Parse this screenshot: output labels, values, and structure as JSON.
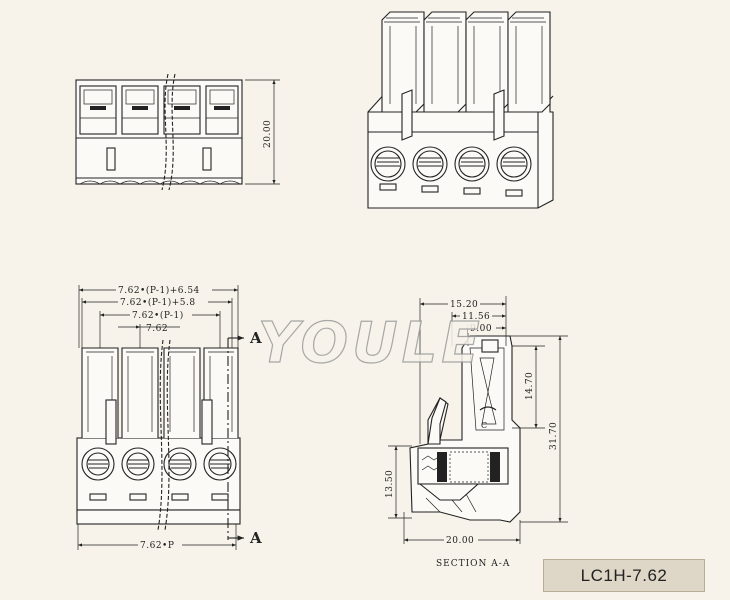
{
  "watermark": "YOULE",
  "model": "LC1H-7.62",
  "section_caption": "SECTION A-A",
  "section_marker": "A",
  "dims": {
    "top_view_height": "20.00",
    "front_d1": "7.62•(P-1)+6.54",
    "front_d2": "7.62•(P-1)+5.8",
    "front_d3": "7.62•(P-1)",
    "front_d4": "7.62",
    "front_bottom": "7.62•P",
    "sec_w1": "15.20",
    "sec_w2": "11.56",
    "sec_w3": "9.00",
    "sec_h1": "14.70",
    "sec_h2": "31.70",
    "sec_h3": "13.50",
    "sec_bottom": "20.00"
  },
  "colors": {
    "line": "#222222",
    "background": "#f7f3ea",
    "model_box": "#ded6c6"
  }
}
